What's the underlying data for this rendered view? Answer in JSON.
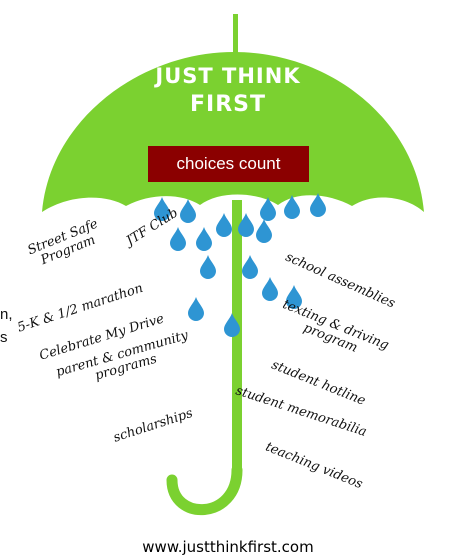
{
  "colors": {
    "canopy": "#7bd130",
    "banner": "#8b0000",
    "drop": "#2e95d3",
    "title": "#ffffff"
  },
  "title": {
    "line1": "JUST THINK",
    "line2": "FIRST"
  },
  "banner": "choices count",
  "left_items": {
    "street_safe": "Street Safe Program",
    "jtf_club": "JTF Club",
    "marathon": "5-K & 1/2 marathon",
    "celebrate": "Celebrate My Drive",
    "parent": "parent & community programs",
    "scholarships": "scholarships"
  },
  "right_items": {
    "assemblies": "school assemblies",
    "texting": "texting & driving program",
    "hotline": "student hotline",
    "memorabilia": "student memorabilia",
    "videos": "teaching videos"
  },
  "edge_text": {
    "line1": "n,",
    "line2": "s"
  },
  "url": "www.justthinkfirst.com"
}
